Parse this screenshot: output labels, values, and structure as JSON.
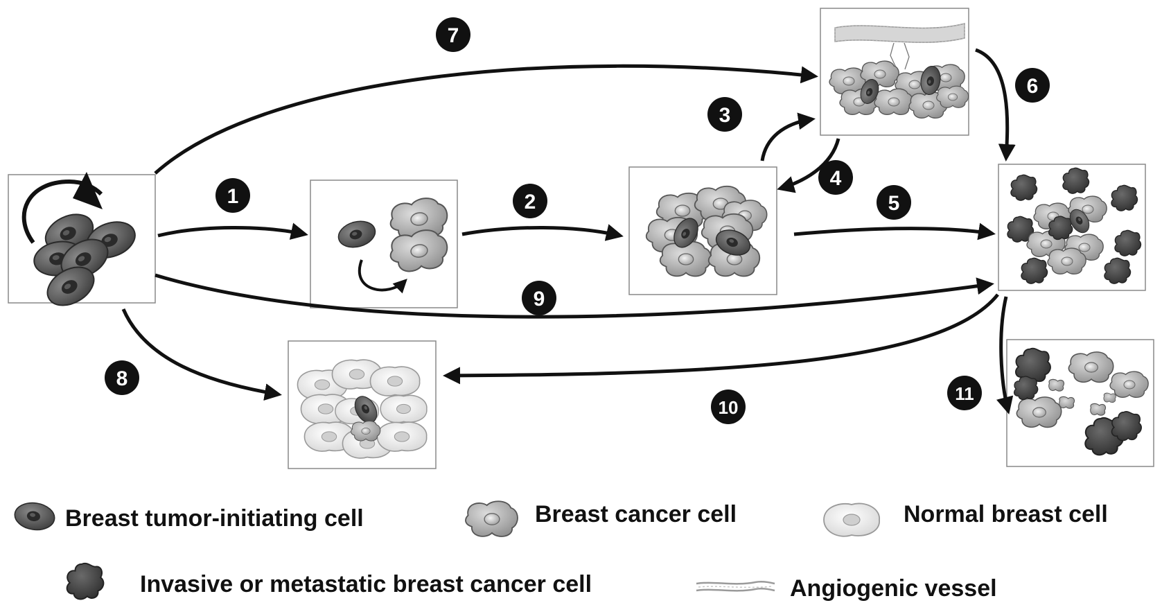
{
  "steps": [
    "1",
    "2",
    "3",
    "4",
    "5",
    "6",
    "7",
    "8",
    "9",
    "10",
    "11"
  ],
  "legend": {
    "tumor_initiating": "Breast tumor-initiating cell",
    "cancer_cell": "Breast cancer cell",
    "normal_cell": "Normal breast cell",
    "metastatic_cell": "Invasive or metastatic breast cancer cell",
    "vessel": "Angiogenic vessel"
  },
  "colors": {
    "tumor_initiating": "#555555",
    "cancer_cell": "#a8a8a8",
    "normal_cell": "#e6e6e6",
    "metastatic_cell": "#3c3c3c",
    "arrow": "#111111"
  }
}
